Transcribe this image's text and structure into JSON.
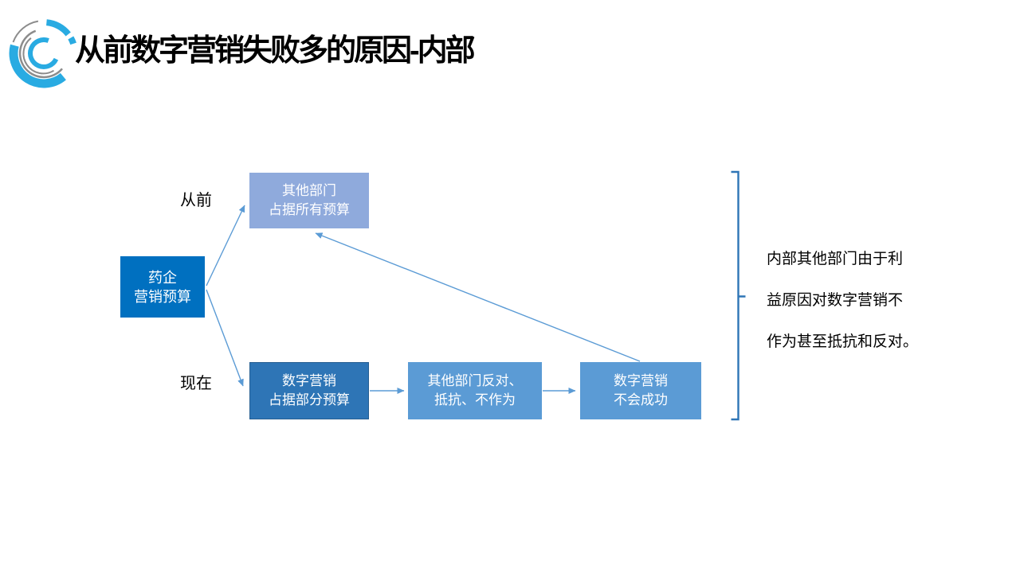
{
  "colors": {
    "box-primary": "#0070C0",
    "box-light": "#8FAADC",
    "box-dark": "#2E75B6",
    "box-medium": "#5B9BD5",
    "connector": "#5B9BD5",
    "brace": "#2E75B6",
    "logo-cyan": "#29ABE2",
    "logo-gray": "#8C8C8C",
    "text-dark": "#000000",
    "text-light": "#FFFFFF"
  },
  "slide": {
    "title": "从前数字营销失败多的原因-内部",
    "logo_icon": "arc-swirl-logo",
    "labels": {
      "past": "从前",
      "now": "现在"
    },
    "nodes": {
      "pharma_budget": {
        "line1": "药企",
        "line2": "营销预算"
      },
      "other_depts_all": {
        "line1": "其他部门",
        "line2": "占据所有预算"
      },
      "digital_partial": {
        "line1": "数字营销",
        "line2": "占据部分预算"
      },
      "other_depts_oppose": {
        "line1": "其他部门反对、",
        "line2": "抵抗、不作为"
      },
      "digital_fail": {
        "line1": "数字营销",
        "line2": "不会成功"
      }
    },
    "annotation": {
      "line1": "内部其他部门由于利",
      "line2": "益原因对数字营销不",
      "line3": "作为甚至抵抗和反对。"
    }
  }
}
